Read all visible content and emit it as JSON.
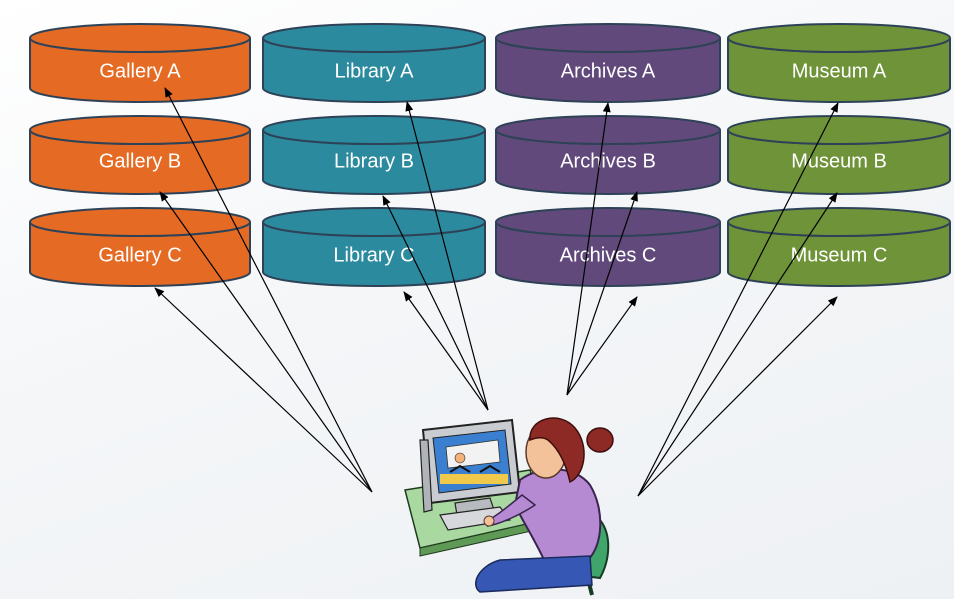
{
  "colors": {
    "gallery": "#E56B24",
    "library": "#2C8A9F",
    "archives": "#614A7B",
    "museum": "#6F9339",
    "outline": "#2E4257",
    "arrow": "#000000"
  },
  "databases": {
    "gallery": [
      "Gallery A",
      "Gallery B",
      "Gallery C"
    ],
    "library": [
      "Library A",
      "Library B",
      "Library C"
    ],
    "archives": [
      "Archives A",
      "Archives B",
      "Archives C"
    ],
    "museum": [
      "Museum A",
      "Museum B",
      "Museum C"
    ]
  },
  "user": {
    "icon": "person-at-computer-icon"
  }
}
